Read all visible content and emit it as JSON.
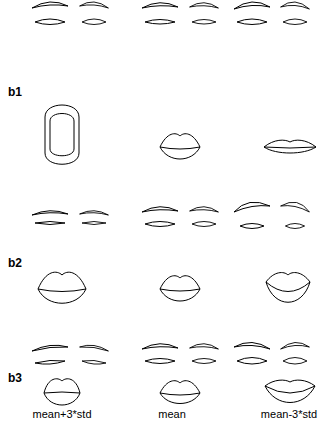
{
  "diagram": {
    "labels": [
      "b1",
      "b2",
      "b3",
      "mean+3*std",
      "mean",
      "mean-3*std"
    ]
  }
}
